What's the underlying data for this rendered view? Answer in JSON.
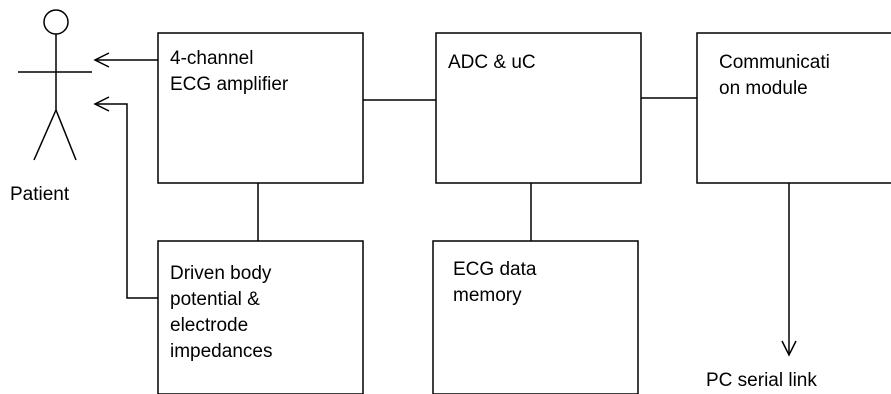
{
  "patient": {
    "label": "Patient"
  },
  "blocks": {
    "amplifier": {
      "line1": "4-channel",
      "line2": "ECG amplifier"
    },
    "adc": {
      "line1": "ADC & uC"
    },
    "comm": {
      "line1": "Communicati",
      "line2": "on module"
    },
    "driven": {
      "line1": "Driven body",
      "line2": "potential &",
      "line3": "electrode",
      "line4": "impedances"
    },
    "memory": {
      "line1": "ECG data",
      "line2": "memory"
    }
  },
  "output": {
    "label": "PC serial link"
  }
}
